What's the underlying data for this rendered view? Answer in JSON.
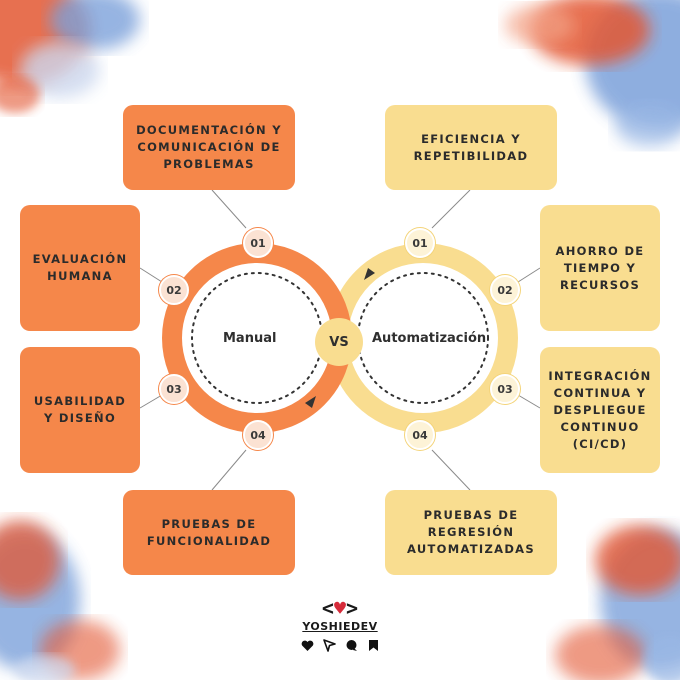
{
  "manual": {
    "title": "Manual",
    "items": [
      {
        "num": "01",
        "label": "DOCUMENTACIÓN Y\nCOMUNICACIÓN DE\nPROBLEMAS"
      },
      {
        "num": "02",
        "label": "EVALUACIÓN\nHUMANA"
      },
      {
        "num": "03",
        "label": "USABILIDAD\nY DISEÑO"
      },
      {
        "num": "04",
        "label": "PRUEBAS DE\nFUNCIONALIDAD"
      }
    ]
  },
  "auto": {
    "title": "Automatización",
    "items": [
      {
        "num": "01",
        "label": "EFICIENCIA Y\nREPETIBILIDAD"
      },
      {
        "num": "02",
        "label": "AHORRO DE\nTIEMPO Y\nRECURSOS"
      },
      {
        "num": "03",
        "label": "INTEGRACIÓN\nCONTINUA Y\nDESPLIEGUE\nCONTINUO\n(CI/CD)"
      },
      {
        "num": "04",
        "label": "PRUEBAS DE\nREGRESIÓN\nAUTOMATIZADAS"
      }
    ]
  },
  "vs_label": "VS",
  "brand": {
    "code_left": "<",
    "code_right": ">",
    "name": "YOSHIEDEV",
    "social_icons": [
      "heart-icon",
      "send-icon",
      "comment-icon",
      "bookmark-icon"
    ]
  },
  "colors": {
    "orange": "#f5874a",
    "orange_dark": "#ef7f3f",
    "yellow": "#f9dd90",
    "yellow_dark": "#f4d47a",
    "heart": "#d62b3a"
  }
}
